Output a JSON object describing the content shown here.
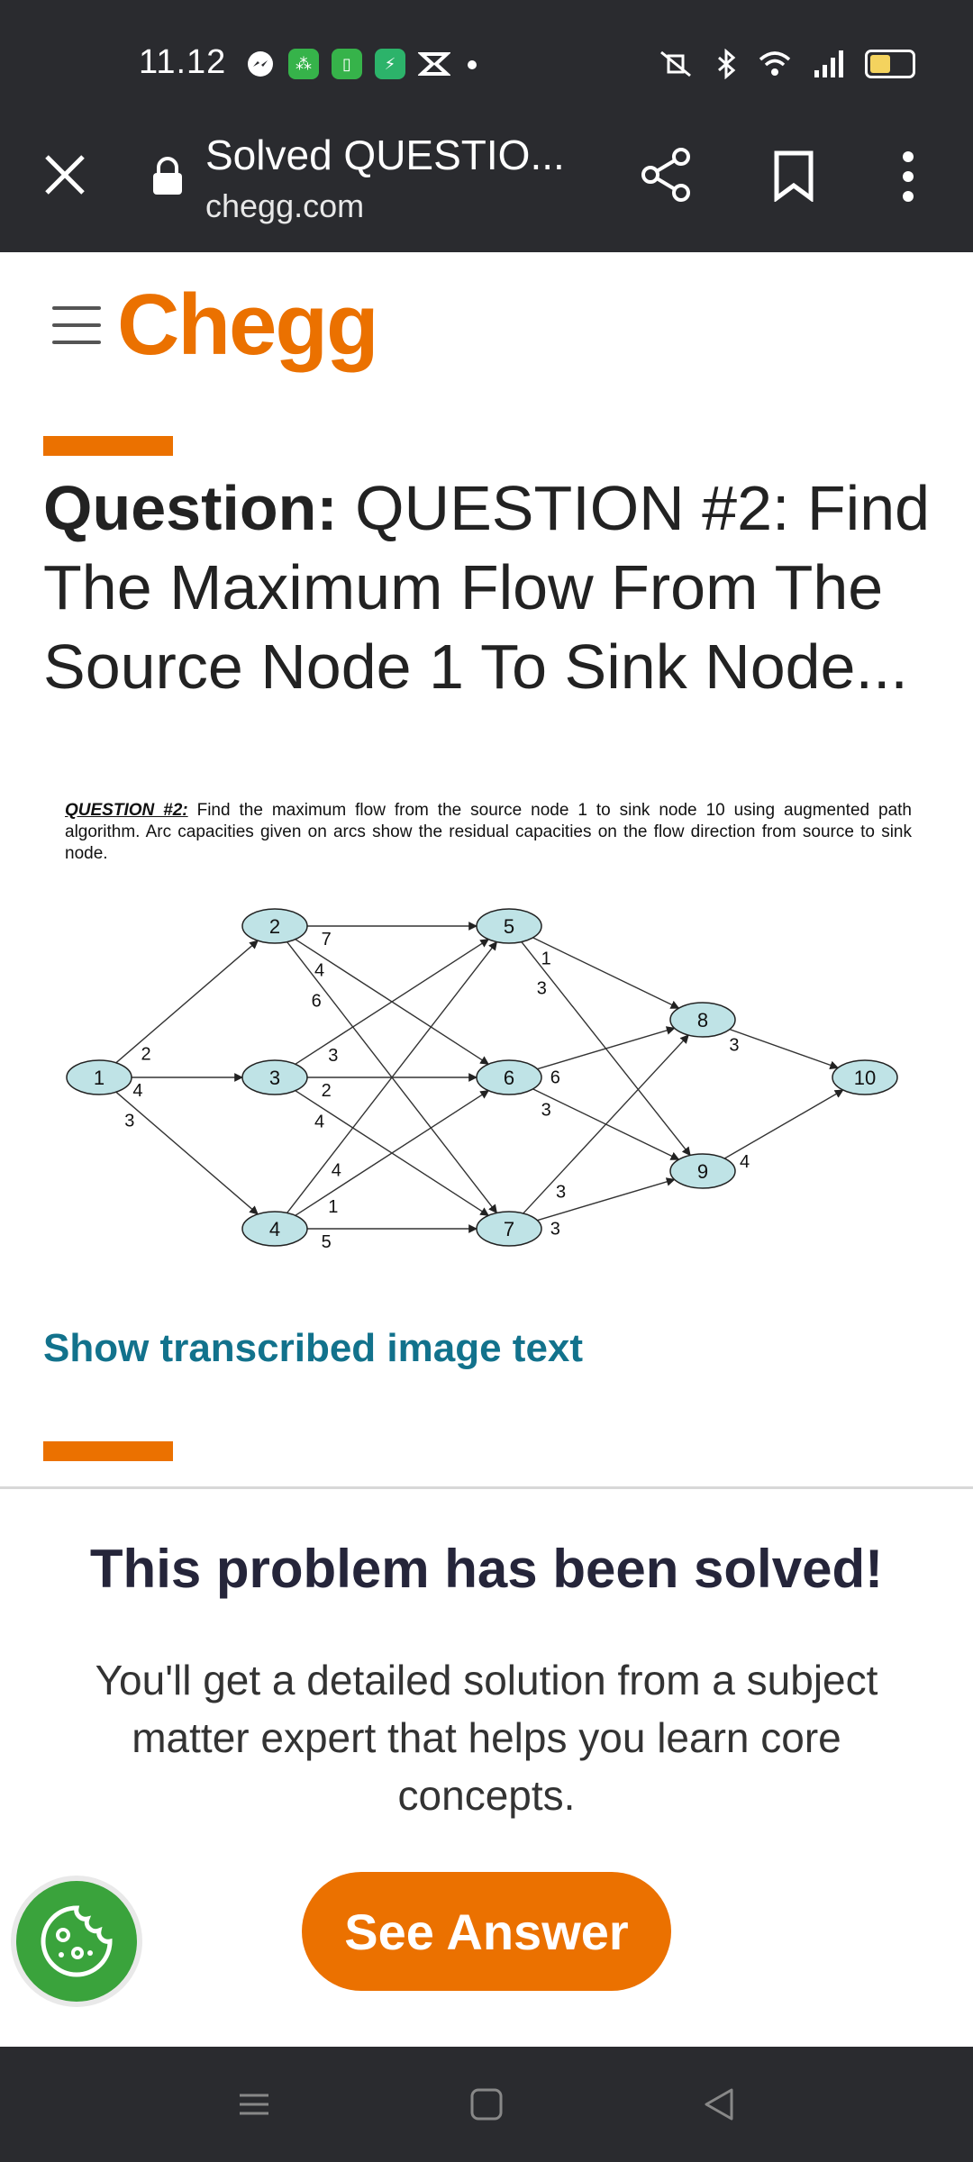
{
  "status": {
    "time": "11.12",
    "notification_icons": [
      "messenger-icon",
      "app-icon",
      "battery-app-icon",
      "security-icon",
      "capcut-icon",
      "dot-icon"
    ],
    "right_icons": [
      "mute-vibrate-icon",
      "bluetooth-icon",
      "wifi-icon",
      "signal-icon",
      "battery-icon"
    ]
  },
  "browser": {
    "title": "Solved QUESTIO...",
    "domain": "chegg.com"
  },
  "site": {
    "logo": "Chegg"
  },
  "question": {
    "label": "Question:",
    "text": "QUESTION #2: Find The Maximum Flow From The Source Node 1 To Sink Node..."
  },
  "figure": {
    "label": "QUESTION #2:",
    "text": "Find the maximum flow from the source node 1 to sink node 10 using augmented path algorithm. Arc capacities given on arcs show the residual capacities on the flow direction from source to sink node.",
    "nodes": [
      "1",
      "2",
      "3",
      "4",
      "5",
      "6",
      "7",
      "8",
      "9",
      "10"
    ],
    "edges": [
      {
        "from": "1",
        "to": "2",
        "cap": "2"
      },
      {
        "from": "1",
        "to": "3",
        "cap": "4"
      },
      {
        "from": "1",
        "to": "4",
        "cap": "3"
      },
      {
        "from": "2",
        "to": "5",
        "cap": "7"
      },
      {
        "from": "2",
        "to": "6",
        "cap": "4"
      },
      {
        "from": "2",
        "to": "7",
        "cap": "6"
      },
      {
        "from": "3",
        "to": "5",
        "cap": "3"
      },
      {
        "from": "3",
        "to": "6",
        "cap": "2"
      },
      {
        "from": "3",
        "to": "7",
        "cap": "4"
      },
      {
        "from": "4",
        "to": "5",
        "cap": "4"
      },
      {
        "from": "4",
        "to": "6",
        "cap": "1"
      },
      {
        "from": "4",
        "to": "7",
        "cap": "5"
      },
      {
        "from": "5",
        "to": "8",
        "cap": "1"
      },
      {
        "from": "5",
        "to": "9",
        "cap": "3"
      },
      {
        "from": "6",
        "to": "8",
        "cap": "6"
      },
      {
        "from": "6",
        "to": "9",
        "cap": "3"
      },
      {
        "from": "7",
        "to": "8",
        "cap": "3"
      },
      {
        "from": "7",
        "to": "9",
        "cap": "3"
      },
      {
        "from": "8",
        "to": "10",
        "cap": "3"
      },
      {
        "from": "9",
        "to": "10",
        "cap": "4"
      }
    ]
  },
  "links": {
    "show_transcribed": "Show transcribed image text"
  },
  "solved": {
    "title": "This problem has been solved!",
    "description": "You'll get a detailed solution from a subject matter expert that helps you learn core concepts.",
    "button": "See Answer"
  },
  "colors": {
    "brand": "#eb7100",
    "link": "#12728c",
    "node_fill": "#bfe3e6",
    "bar": "#2a2b2f"
  }
}
